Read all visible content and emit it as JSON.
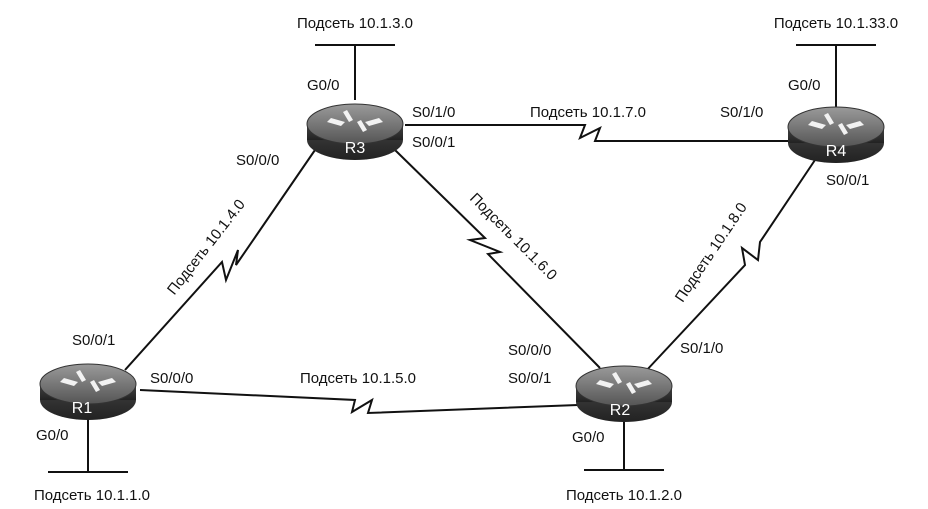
{
  "routers": [
    {
      "id": "r1",
      "name": "R1"
    },
    {
      "id": "r2",
      "name": "R2"
    },
    {
      "id": "r3",
      "name": "R3"
    },
    {
      "id": "r4",
      "name": "R4"
    }
  ],
  "subnets": {
    "r1_lan": "Подсеть 10.1.1.0",
    "r2_lan": "Подсеть 10.1.2.0",
    "r3_lan": "Подсеть 10.1.3.0",
    "r4_lan": "Подсеть 10.1.33.0",
    "r1_r3": "Подсеть 10.1.4.0",
    "r1_r2": "Подсеть 10.1.5.0",
    "r3_r2": "Подсеть 10.1.6.0",
    "r3_r4": "Подсеть 10.1.7.0",
    "r2_r4": "Подсеть 10.1.8.0"
  },
  "interfaces": {
    "r1_g00": "G0/0",
    "r1_s001": "S0/0/1",
    "r1_s000": "S0/0/0",
    "r2_g00": "G0/0",
    "r2_s000": "S0/0/0",
    "r2_s001": "S0/0/1",
    "r2_s010": "S0/1/0",
    "r3_g00": "G0/0",
    "r3_s000": "S0/0/0",
    "r3_s010": "S0/1/0",
    "r3_s001": "S0/0/1",
    "r4_g00": "G0/0",
    "r4_s010": "S0/1/0",
    "r4_s001": "S0/0/1"
  }
}
